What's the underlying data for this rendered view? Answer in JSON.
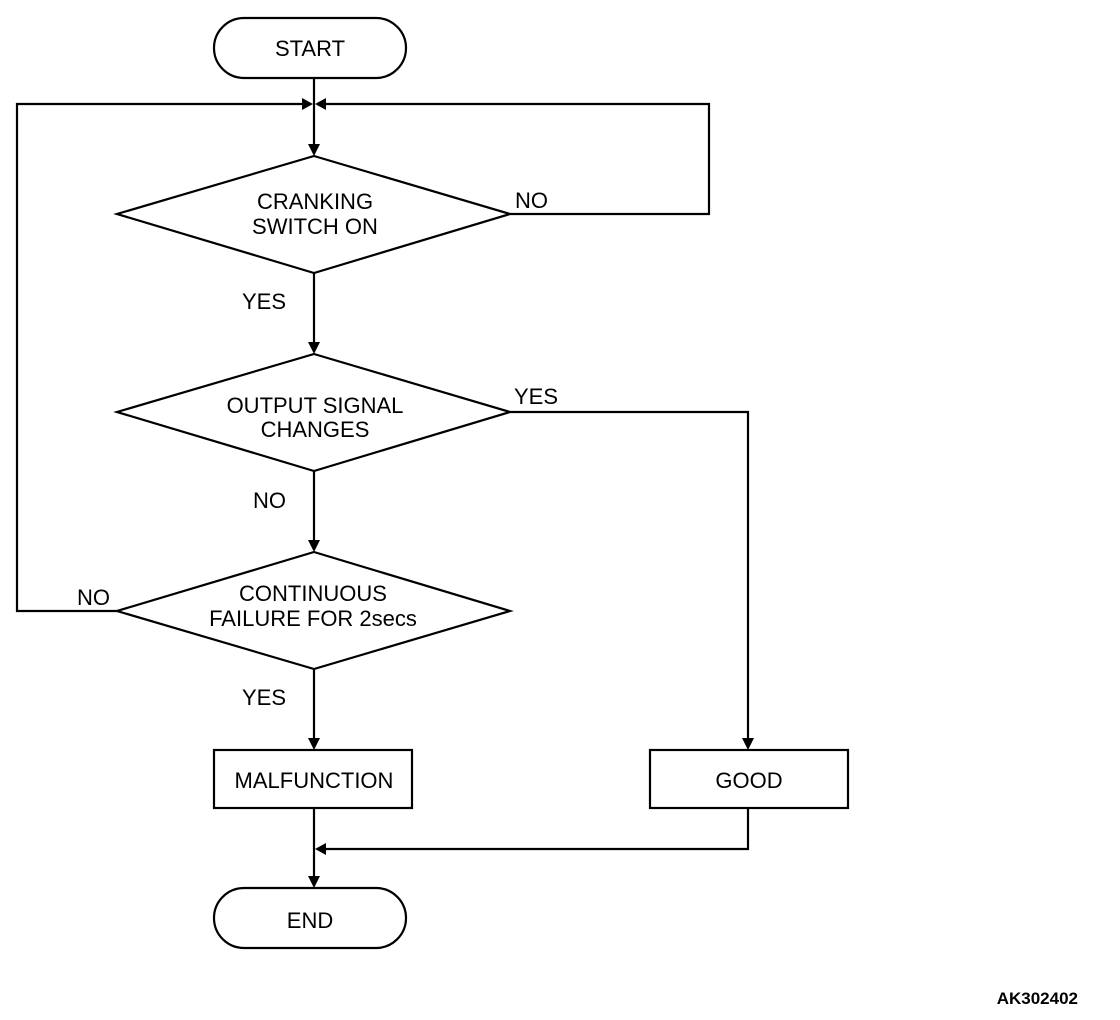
{
  "nodes": {
    "start": {
      "label": "START"
    },
    "cranking": {
      "line1": "CRANKING",
      "line2": "SWITCH ON"
    },
    "output": {
      "line1": "OUTPUT SIGNAL",
      "line2": "CHANGES"
    },
    "continuous": {
      "line1": "CONTINUOUS",
      "line2": "FAILURE FOR 2secs"
    },
    "malfunction": {
      "label": "MALFUNCTION"
    },
    "good": {
      "label": "GOOD"
    },
    "end": {
      "label": "END"
    }
  },
  "edges": {
    "cranking_no": "NO",
    "cranking_yes": "YES",
    "output_yes": "YES",
    "output_no": "NO",
    "continuous_no": "NO",
    "continuous_yes": "YES"
  },
  "figure_ref": "AK302402",
  "colors": {
    "stroke": "#000000",
    "background": "#ffffff"
  }
}
